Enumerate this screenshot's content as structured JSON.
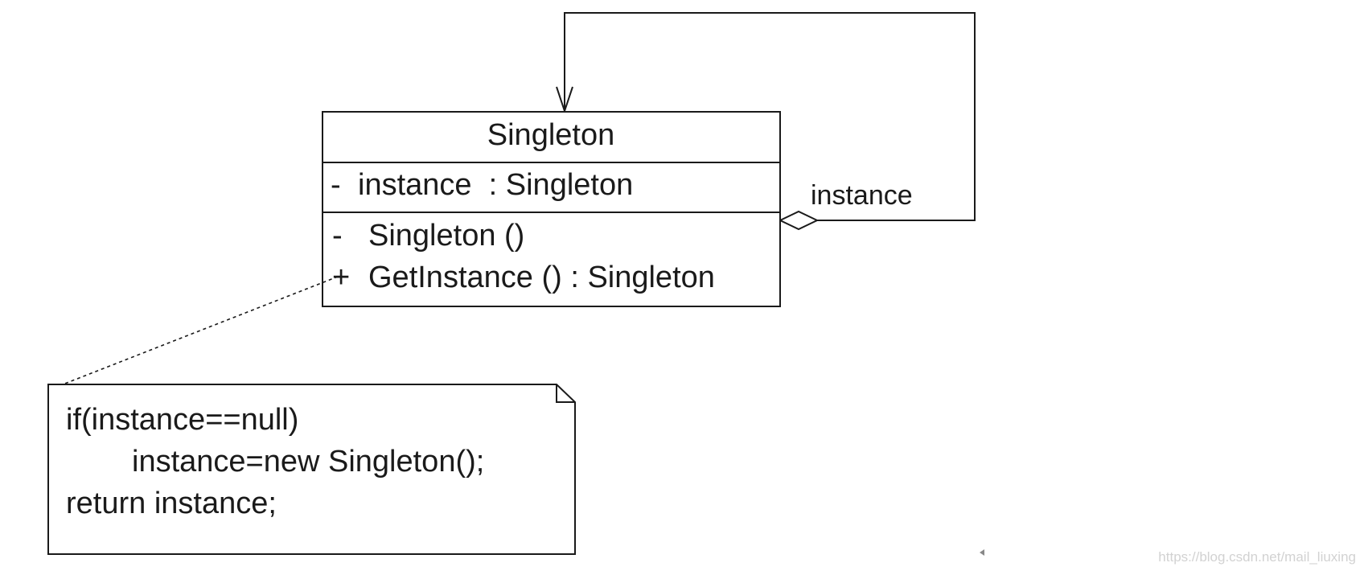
{
  "class_box": {
    "name": "Singleton",
    "attributes": [
      {
        "visibility": "-",
        "text": "instance  : Singleton"
      }
    ],
    "operations": [
      {
        "visibility": "-",
        "text": "Singleton ()"
      },
      {
        "visibility": "+",
        "text": "GetInstance () : Singleton"
      }
    ]
  },
  "association": {
    "kind": "aggregation",
    "role_label": "instance"
  },
  "note": {
    "lines": [
      "if(instance==null)",
      "instance=new Singleton();",
      "return instance;"
    ]
  },
  "watermark": {
    "text": "https://blog.csdn.net/mail_liuxing"
  },
  "colors": {
    "line": "#1a1a1a",
    "background": "#ffffff",
    "watermark": "#d2d2d2"
  }
}
